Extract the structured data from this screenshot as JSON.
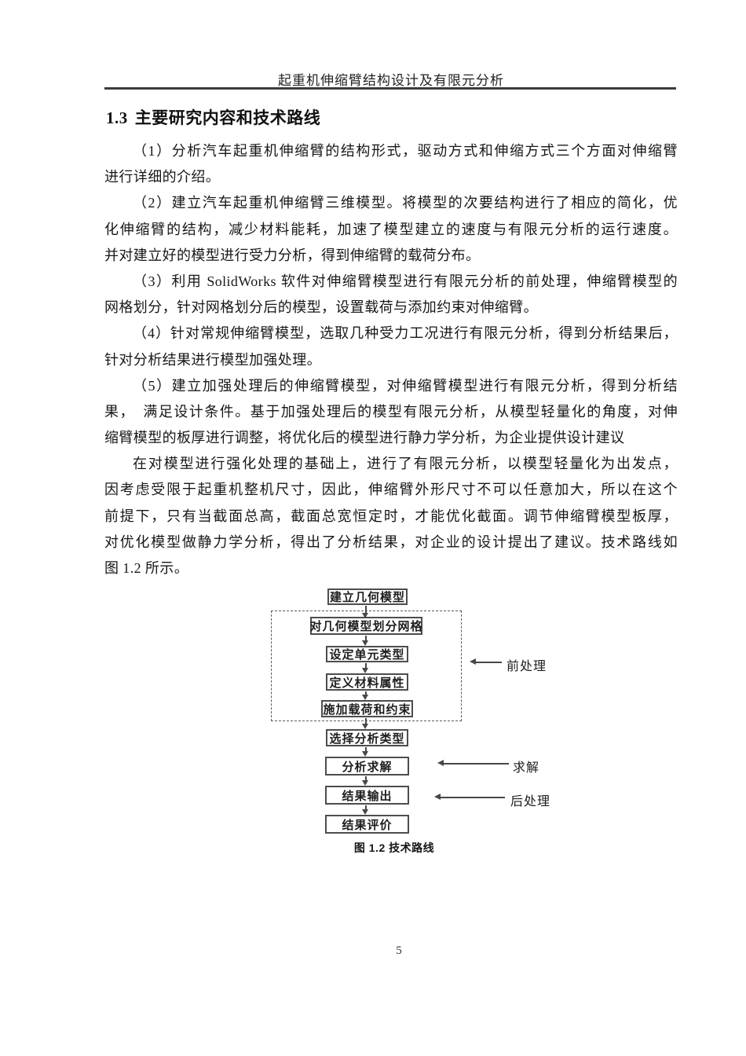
{
  "header": {
    "title": "起重机伸缩臂结构设计及有限元分析"
  },
  "section": {
    "number": "1.3",
    "title": "主要研究内容和技术路线"
  },
  "content": {
    "lines": [
      {
        "text": "（1）分析汽车起重机伸缩臂的结构形式，驱动方式和伸缩方式三个方面对伸缩臂"
      },
      {
        "text": "进行详细的介绍。"
      },
      {
        "text": "（2）建立汽车起重机伸缩臂三维模型。将模型的次要结构进行了相应的简化，优"
      },
      {
        "text": "化伸缩臂的结构，减少材料能耗，加速了模型建立的速度与有限元分析的运行速度。"
      },
      {
        "text": "并对建立好的模型进行受力分析，得到伸缩臂的载荷分布。"
      },
      {
        "text": "（3）利用 SolidWorks 软件对伸缩臂模型进行有限元分析的前处理，伸缩臂模型的"
      },
      {
        "text": "网格划分，针对网格划分后的模型，设置载荷与添加约束对伸缩臂。"
      },
      {
        "text": "（4）针对常规伸缩臂模型，选取几种受力工况进行有限元分析，得到分析结果后，"
      },
      {
        "text": "针对分析结果进行模型加强处理。"
      },
      {
        "text": "（5）建立加强处理后的伸缩臂模型，对伸缩臂模型进行有限元分析，得到分析结"
      },
      {
        "text": "果，　满足设计条件。基于加强处理后的模型有限元分析，从模型轻量化的角度，对伸"
      },
      {
        "text": "缩臂模型的板厚进行调整，将优化后的模型进行静力学分析，为企业提供设计建议"
      },
      {
        "text": "在对模型进行强化处理的基础上，进行了有限元分析，以模型轻量化为出发点，"
      },
      {
        "text": "因考虑受限于起重机整机尺寸，因此，伸缩臂外形尺寸不可以任意加大，所以在这个"
      },
      {
        "text": "前提下，只有当截面总高，截面总宽恒定时，才能优化截面。调节伸缩臂模型板厚，"
      },
      {
        "text": "对优化模型做静力学分析，得出了分析结果，对企业的设计提出了建议。技术路线如"
      },
      {
        "text": "图 1.2 所示。"
      }
    ]
  },
  "figure": {
    "boxes": [
      "建立几何模型",
      "对几何模型划分网格",
      "设定单元类型",
      "定义材料属性",
      "施加载荷和约束",
      "选择分析类型",
      "分析求解",
      "结果输出",
      "结果评价"
    ],
    "labels": [
      "前处理",
      "求解",
      "后处理"
    ],
    "caption": "图 1.2 技术路线"
  },
  "footer": {
    "page_number": "5"
  },
  "colors": {
    "text": "#161616",
    "line": "#474747",
    "rule": "#3c3c3c"
  }
}
